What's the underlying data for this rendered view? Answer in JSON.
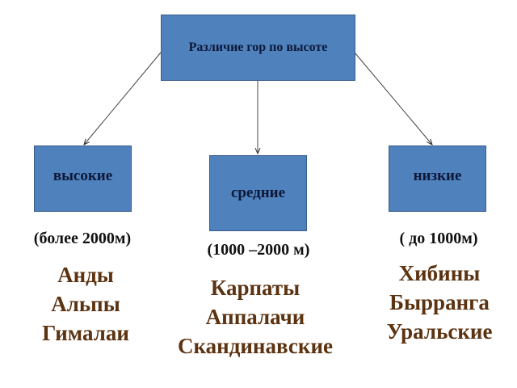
{
  "root": {
    "label": "Различие гор по высоте"
  },
  "categories": [
    {
      "label": "высокие",
      "range": "(более 2000м)",
      "examples": [
        "Анды",
        "Альпы",
        "Гималаи"
      ]
    },
    {
      "label": "средние",
      "range": "(1000 –2000 м)",
      "examples": [
        "Карпаты",
        "Аппалачи",
        "Скандинавские"
      ]
    },
    {
      "label": "низкие",
      "range": "( до 1000м)",
      "examples": [
        "Хибины",
        "Бырранга",
        "Уральские"
      ]
    }
  ],
  "colors": {
    "box": "#4f81bd",
    "examples_text": "#5c3311"
  }
}
